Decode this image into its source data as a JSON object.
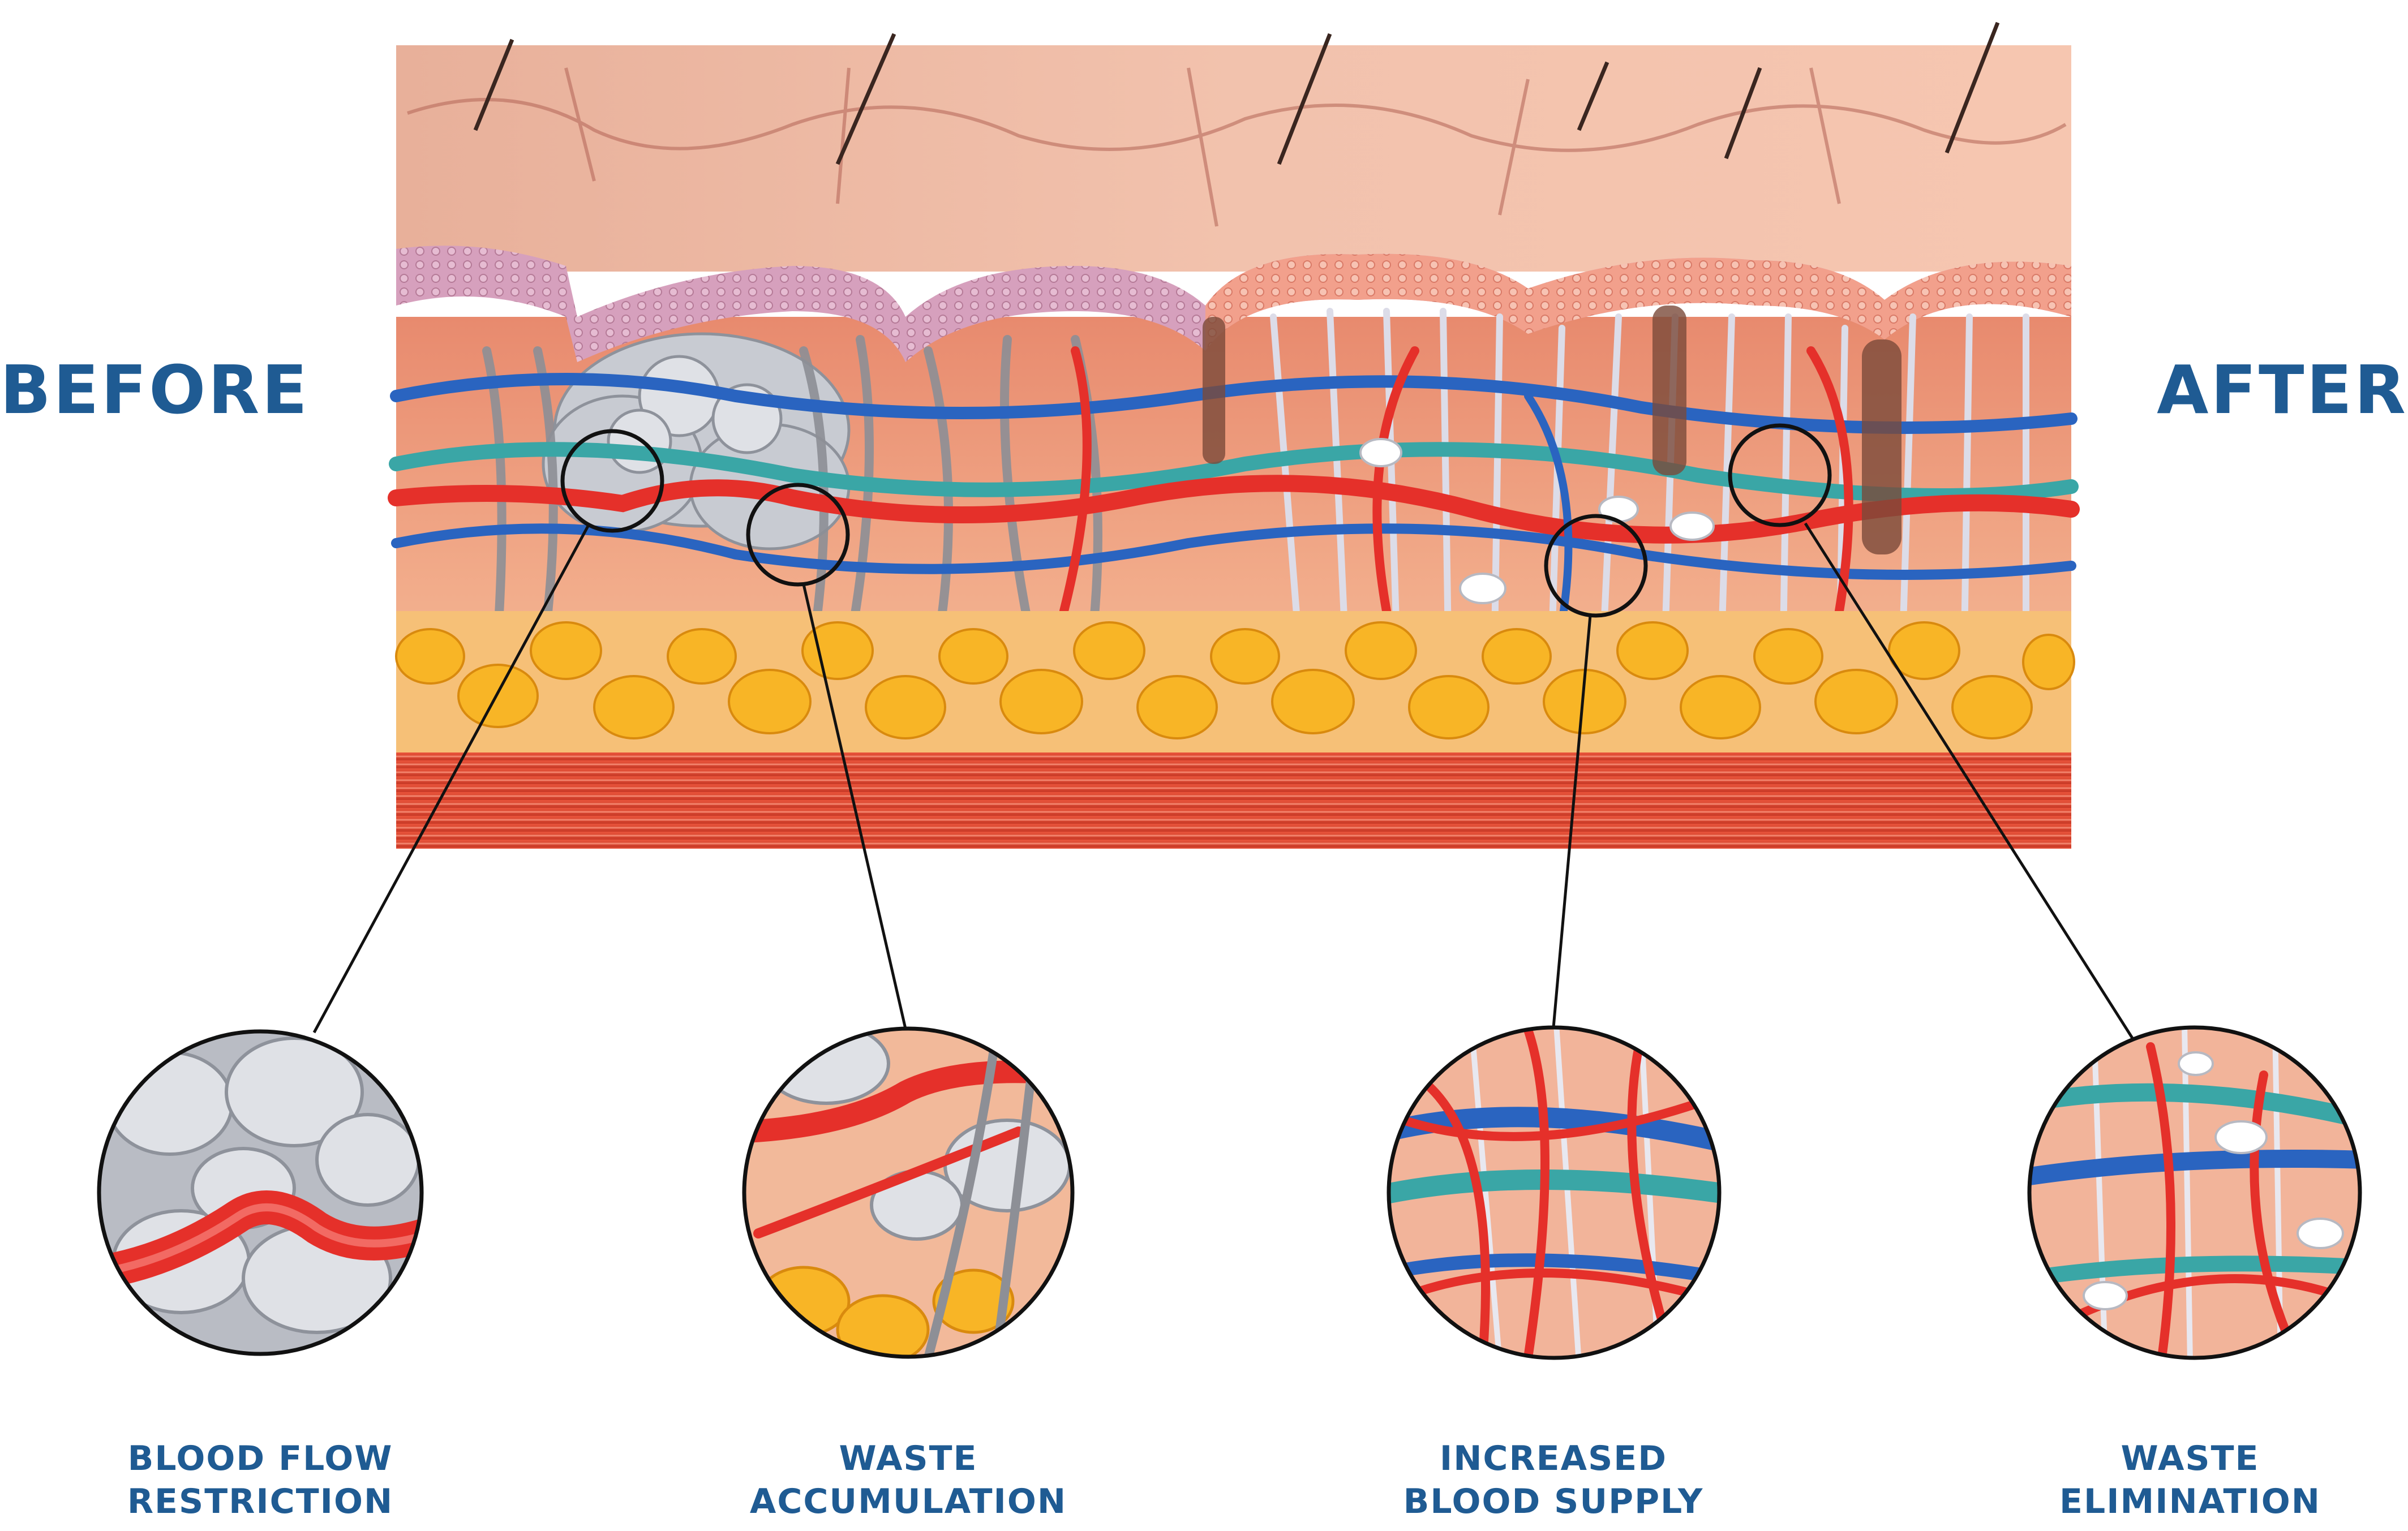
{
  "labels": {
    "before": "BEFORE",
    "after": "AFTER"
  },
  "callouts": [
    {
      "line1": "BLOOD FLOW",
      "line2": "RESTRICTION",
      "icon": "blood-flow-restriction-detail"
    },
    {
      "line1": "WASTE",
      "line2": "ACCUMULATION",
      "icon": "waste-accumulation-detail"
    },
    {
      "line1": "INCREASED",
      "line2": "BLOOD SUPPLY",
      "icon": "increased-blood-supply-detail"
    },
    {
      "line1": "WASTE",
      "line2": "ELIMINATION",
      "icon": "waste-elimination-detail"
    }
  ],
  "colors": {
    "label_blue": "#1f5b93",
    "skin_surface": "#f2b5a0",
    "epidermis": "#d99ab5",
    "artery": "#e5302a",
    "vein": "#2a64c0",
    "lymph": "#3aa6a6",
    "fat": "#f8b526",
    "muscle": "#e04a35",
    "waste": "#c8cbd2"
  }
}
